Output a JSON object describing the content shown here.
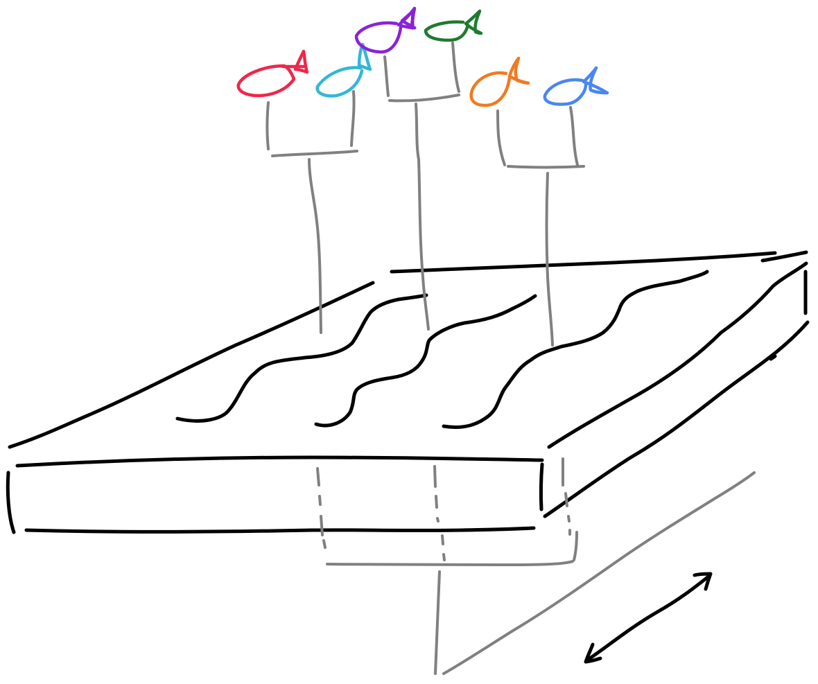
{
  "diagram": {
    "kind": "hand-drawn sketch",
    "description_visible_text": "",
    "fish": [
      {
        "id": "red",
        "color": "#f0264a"
      },
      {
        "id": "cyan",
        "color": "#33b7d6"
      },
      {
        "id": "purple",
        "color": "#8a22d8"
      },
      {
        "id": "green",
        "color": "#1f7a2e"
      },
      {
        "id": "orange",
        "color": "#f07a22"
      },
      {
        "id": "blue",
        "color": "#4a86f0"
      }
    ],
    "colors": {
      "ink": "#000000",
      "connector": "#808080",
      "background": "#ffffff"
    }
  }
}
